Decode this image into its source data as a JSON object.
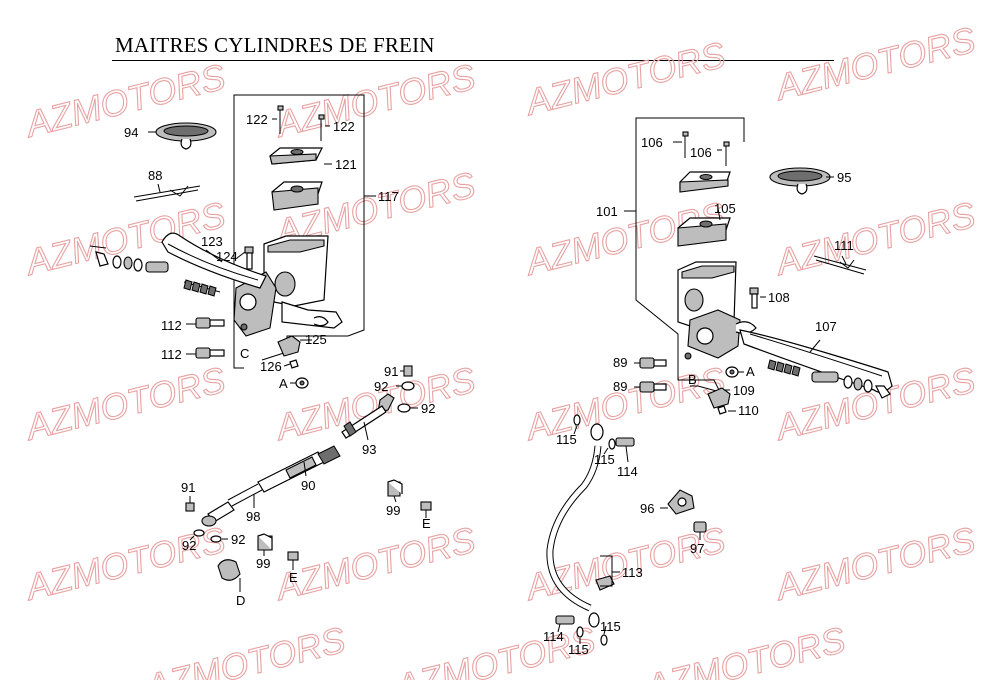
{
  "title": "MAITRES CYLINDRES DE FREIN",
  "watermark": "AZMOTORS",
  "colors": {
    "watermark": "#e7a3a3",
    "ink": "#000000",
    "part_fill": "#bdbdbd"
  },
  "callouts": {
    "c94": "94",
    "c88": "88",
    "c122a": "122",
    "c122b": "122",
    "c121": "121",
    "c117": "117",
    "c123": "123",
    "c124": "124",
    "c112a": "112",
    "c112b": "112",
    "cC": "C",
    "c125": "125",
    "c126": "126",
    "cA1": "A",
    "c91a": "91",
    "c92a": "92",
    "c92b": "92",
    "c93": "93",
    "c90": "90",
    "c91b": "91",
    "c98": "98",
    "c92c": "92",
    "c92d": "92",
    "c99a": "99",
    "cE1": "E",
    "c99b": "99",
    "cE2": "E",
    "cD": "D",
    "c106a": "106",
    "c106b": "106",
    "c95": "95",
    "c101": "101",
    "c105": "105",
    "c111": "111",
    "c108": "108",
    "c107": "107",
    "c89a": "89",
    "c89b": "89",
    "cB": "B",
    "cA2": "A",
    "c109": "109",
    "c110": "110",
    "c115a": "115",
    "c115b": "115",
    "c114a": "114",
    "c96": "96",
    "c97": "97",
    "c113": "113",
    "c114b": "114",
    "c115c": "115",
    "c115d": "115"
  }
}
